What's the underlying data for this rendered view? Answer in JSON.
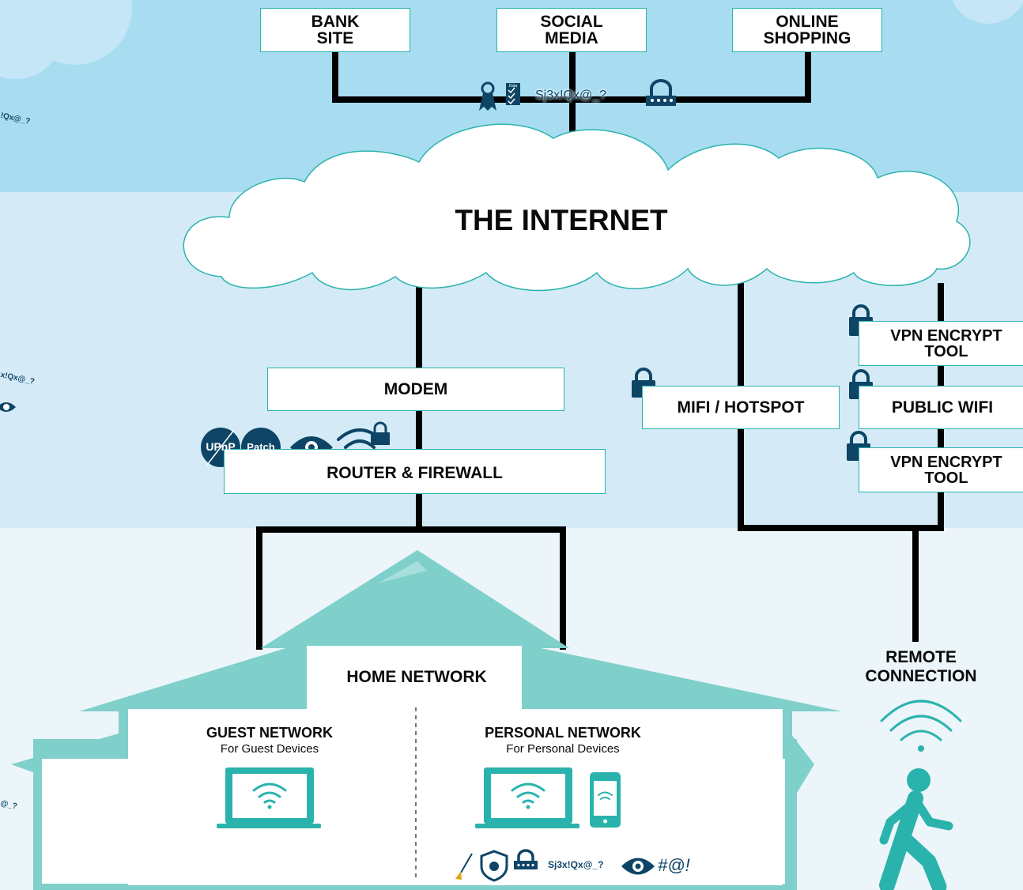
{
  "colors": {
    "sky_top": "#a8dcf1",
    "sky_mid": "#d4ebf7",
    "ground": "#ecf5f9",
    "house": "#7fcfcb",
    "accent": "#2ab3ad",
    "icon_dark": "#0e4566",
    "line": "#000000"
  },
  "sites": {
    "bank": "BANK\nSITE",
    "social": "SOCIAL\nMEDIA",
    "shopping": "ONLINE\nSHOPPING"
  },
  "credentials": {
    "password": "Sj3x!Qx@_?",
    "data_label": "Data"
  },
  "internet": {
    "label": "THE INTERNET"
  },
  "modem": {
    "label": "MODEM"
  },
  "router": {
    "label": "ROUTER & FIREWALL"
  },
  "router_badges": {
    "upnp": "UPnP",
    "patch": "Patch"
  },
  "mifi": {
    "label": "MIFI / HOTSPOT"
  },
  "vpn_top": {
    "label": "VPN ENCRYPT\nTOOL"
  },
  "public_wifi": {
    "label": "PUBLIC WIFI"
  },
  "vpn_bottom": {
    "label": "VPN ENCRYPT\nTOOL"
  },
  "remote": {
    "label": "REMOTE\nCONNECTION"
  },
  "home": {
    "label": "HOME NETWORK"
  },
  "guest": {
    "title": "GUEST NETWORK",
    "subtitle": "For Guest Devices"
  },
  "personal": {
    "title": "PERSONAL NETWORK",
    "subtitle": "For Personal Devices"
  },
  "bottom_tools": {
    "password": "Sj3x!Qx@_?",
    "symbols": "#@!"
  },
  "edge_fragments": {
    "f1": "!Qx@_?",
    "f2": "x!Qx@_?",
    "f3": "@_?"
  }
}
